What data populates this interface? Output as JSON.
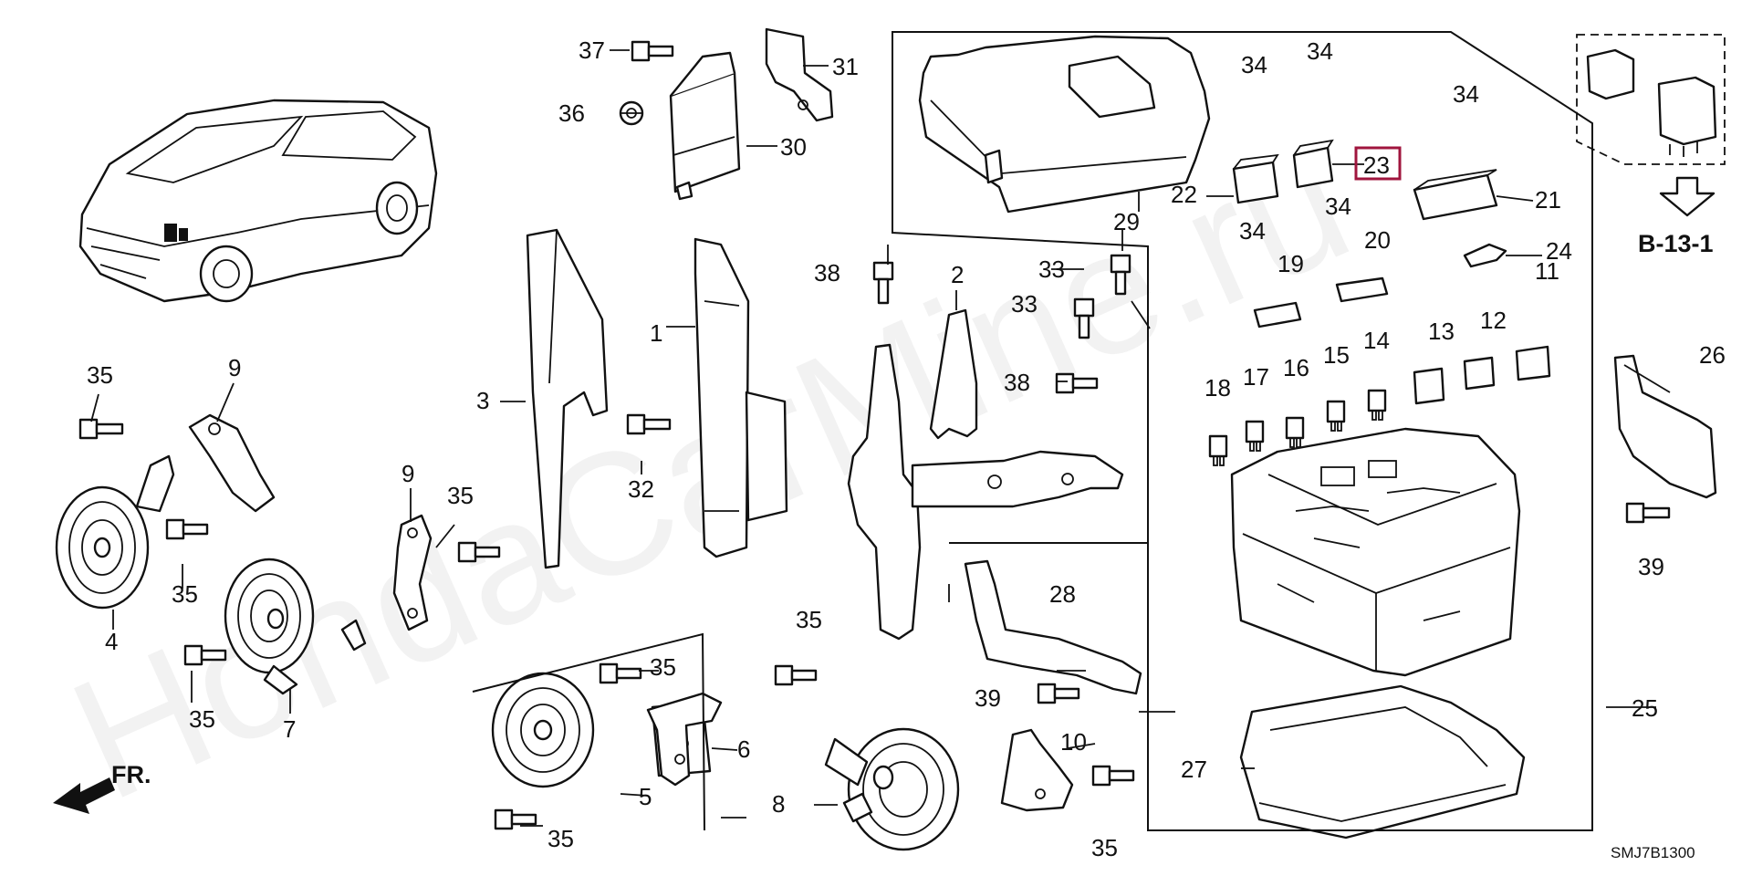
{
  "diagram": {
    "drawing_code": "SMJ7B1300",
    "reference_label": "B-13-1",
    "front_label": "FR.",
    "watermark": "HondaCarMine.ru",
    "highlighted_callout": "23",
    "callouts": {
      "c1": "1",
      "c2": "2",
      "c3": "3",
      "c4": "4",
      "c5": "5",
      "c6": "6",
      "c7": "7",
      "c8": "8",
      "c9a": "9",
      "c9b": "9",
      "c10": "10",
      "c11": "11",
      "c12": "12",
      "c13": "13",
      "c14": "14",
      "c15": "15",
      "c16": "16",
      "c17": "17",
      "c18": "18",
      "c19": "19",
      "c20": "20",
      "c21": "21",
      "c22": "22",
      "c23": "23",
      "c24": "24",
      "c25": "25",
      "c26": "26",
      "c27": "27",
      "c28": "28",
      "c29": "29",
      "c30": "30",
      "c31": "31",
      "c32": "32",
      "c33a": "33",
      "c33b": "33",
      "c34a": "34",
      "c34b": "34",
      "c34c": "34",
      "c34d": "34",
      "c34e": "34",
      "c35a": "35",
      "c35b": "35",
      "c35c": "35",
      "c35d": "35",
      "c35e": "35",
      "c35f": "35",
      "c35g": "35",
      "c35h": "35",
      "c36": "36",
      "c37": "37",
      "c38a": "38",
      "c38b": "38",
      "c39a": "39",
      "c39b": "39"
    }
  }
}
